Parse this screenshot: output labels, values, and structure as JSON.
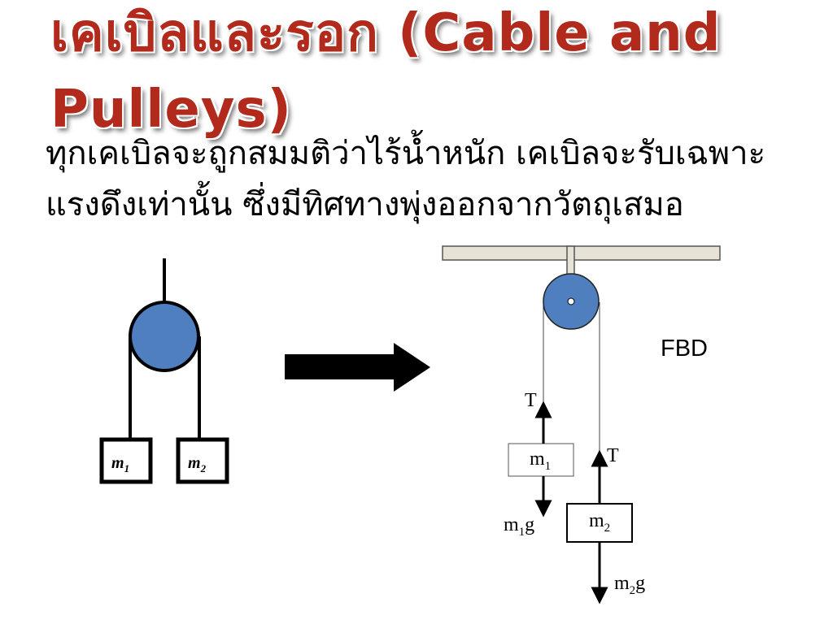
{
  "slide": {
    "title": "เคเบิลและรอก (Cable and Pulleys)",
    "body": "ทุกเคเบิลจะถูกสมมติว่าไร้น้ำหนัก เคเบิลจะรับเฉพาะแรงดึงเท่านั้น ซึ่งมีทิศทางพุ่งออกจากวัตถุเสมอ"
  },
  "diagram": {
    "left_system": {
      "mass1": "m",
      "mass1_sub": "1",
      "mass2": "m",
      "mass2_sub": "2"
    },
    "fbd": {
      "label": "FBD",
      "tension1": "T",
      "tension2": "T",
      "mass1": "m",
      "mass1_sub": "1",
      "mass2": "m",
      "mass2_sub": "2",
      "weight1": "m",
      "weight1_sub": "1",
      "weight1_unit": "g",
      "weight2": "m",
      "weight2_sub": "2",
      "weight2_unit": "g"
    },
    "colors": {
      "pulley": "#4f7fbf",
      "title": "#b22a1c",
      "ceiling": "#e6e3d6"
    }
  }
}
